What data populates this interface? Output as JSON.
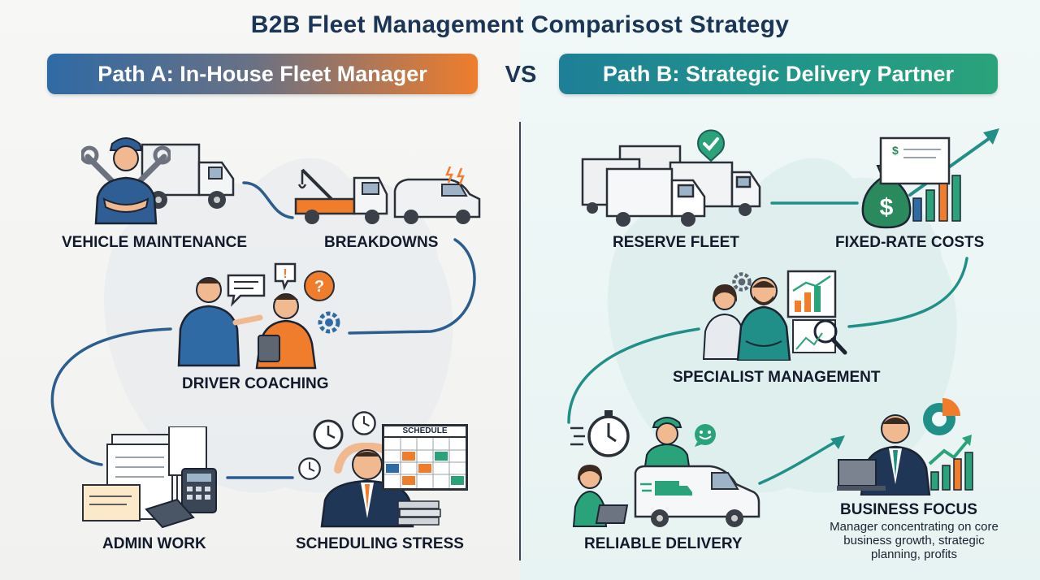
{
  "title": "B2B Fleet Management Comparisost Strategy",
  "vs_label": "VS",
  "path_a": {
    "banner": "Path A: In-House Fleet Manager",
    "nodes": {
      "vehicle_maintenance": "VEHICLE MAINTENANCE",
      "breakdowns": "BREAKDOWNS",
      "driver_coaching": "DRIVER COACHING",
      "admin_work": "ADMIN WORK",
      "scheduling_stress": "SCHEDULING STRESS"
    },
    "schedule_board_label": "SCHEDULE"
  },
  "path_b": {
    "banner": "Path B: Strategic Delivery Partner",
    "nodes": {
      "reserve_fleet": "RESERVE FLEET",
      "fixed_rate_costs": "FIXED-RATE COSTS",
      "specialist_management": "SPECIALIST MANAGEMENT",
      "reliable_delivery": "RELIABLE DELIVERY",
      "business_focus": "BUSINESS FOCUS"
    },
    "business_focus_desc": "Manager concentrating on core business growth, strategic planning, profits"
  },
  "colors": {
    "path_a_blue": "#2f6aa5",
    "path_a_orange": "#ef7d2c",
    "path_b_teal": "#1e7f96",
    "path_b_green": "#2aa37a",
    "connector_a": "#2c5d8f",
    "connector_b": "#1f8f87"
  },
  "icons": [
    "mechanic-icon",
    "truck-icon",
    "tow-truck-icon",
    "broken-van-icon",
    "coaching-people-icon",
    "speech-bubble-icon",
    "question-bubble-icon",
    "gear-icon",
    "paperwork-stack-icon",
    "calculator-icon",
    "clock-icon",
    "stressed-manager-icon",
    "schedule-board-icon",
    "fleet-trucks-icon",
    "check-badge-icon",
    "money-bag-icon",
    "growth-chart-icon",
    "specialist-team-icon",
    "analytics-icon",
    "stopwatch-icon",
    "delivery-van-icon",
    "driver-icon",
    "business-manager-icon",
    "pie-chart-icon"
  ]
}
